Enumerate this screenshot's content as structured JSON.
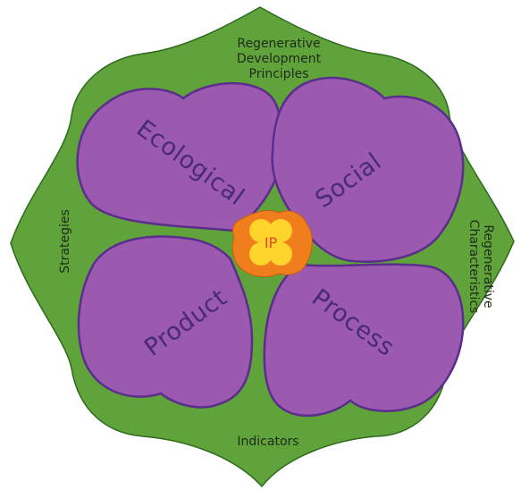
{
  "diagram": {
    "center_label": "IP",
    "petals": [
      {
        "id": "ecological",
        "label": "Ecological"
      },
      {
        "id": "social",
        "label": "Social"
      },
      {
        "id": "product",
        "label": "Product"
      },
      {
        "id": "process",
        "label": "Process"
      }
    ],
    "outer_labels": {
      "top": [
        "Regenerative",
        "Development",
        "Principles"
      ],
      "left": "Strategies",
      "right": [
        "Regenerative",
        "Characteristics"
      ],
      "bottom": "Indicators"
    }
  },
  "colors": {
    "leaf_fill": "#5fa33a",
    "leaf_stroke": "#2e6a1f",
    "petal_fill": "#9b59b0",
    "petal_stroke": "#5b2d8c",
    "center_orange": "#f07e1c",
    "center_yellow": "#ffd52b",
    "center_text": "#e5462a",
    "outer_text": "#1f2a1a",
    "petal_text": "#4a2a78"
  }
}
